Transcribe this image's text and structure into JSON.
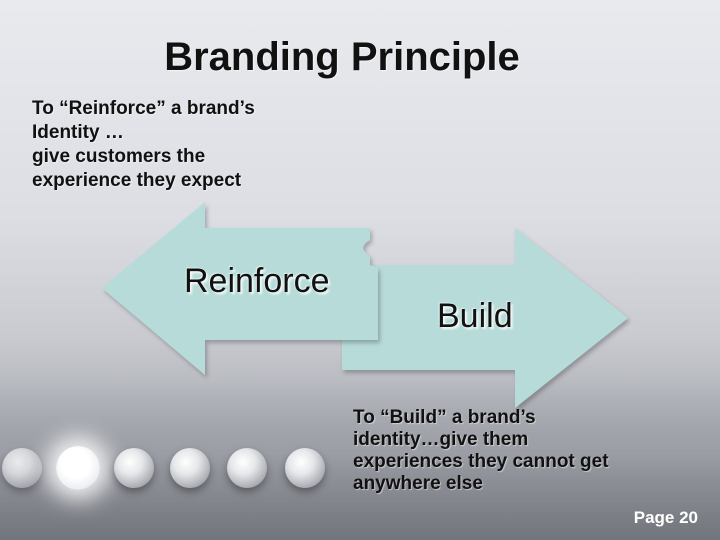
{
  "slide": {
    "title": "Branding Principle",
    "reinforce_text_line1": "To “Reinforce” a brand’s",
    "reinforce_text_line2": "Identity …",
    "reinforce_text_line3": "give customers the",
    "reinforce_text_line4": "experience they expect",
    "reinforce_label": "Reinforce",
    "build_label": "Build",
    "build_text_line1": "To “Build” a brand’s",
    "build_text_line2": "identity…give them",
    "build_text_line3": "experiences they cannot get",
    "build_text_line4": "anywhere else",
    "page_number": "Page 20"
  },
  "colors": {
    "arrow_fill": "#b7dbd9",
    "text": "#111111",
    "page_number": "#ffffff"
  }
}
